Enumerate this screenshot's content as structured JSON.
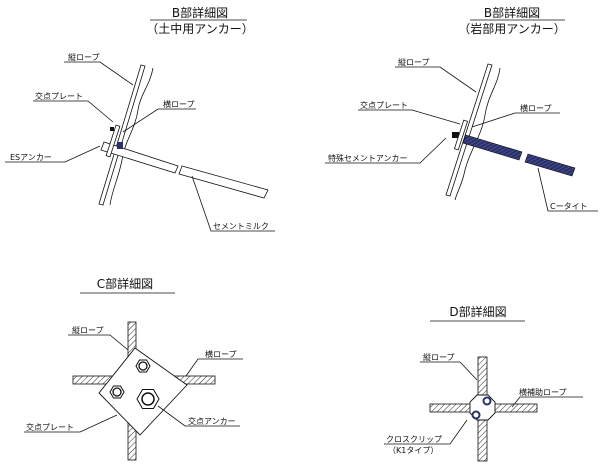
{
  "panels": {
    "b_soil": {
      "title": "B部詳細図",
      "subtitle": "（土中用アンカー）",
      "labels": {
        "vertical_rope": "縦ロープ",
        "cross_plate": "交点プレート",
        "horizontal_rope": "横ロープ",
        "anchor": "ESアンカー",
        "grout": "セメントミルク"
      }
    },
    "b_rock": {
      "title": "B部詳細図",
      "subtitle": "（岩部用アンカー）",
      "labels": {
        "vertical_rope": "縦ロープ",
        "cross_plate": "交点プレート",
        "horizontal_rope": "横ロープ",
        "anchor": "特殊セメントアンカー",
        "tie": "Cータイト"
      }
    },
    "c": {
      "title": "C部詳細図",
      "labels": {
        "vertical_rope": "縦ロープ",
        "horizontal_rope": "横ロープ",
        "cross_plate": "交点プレート",
        "cross_anchor": "交点アンカー"
      }
    },
    "d": {
      "title": "D部詳細図",
      "labels": {
        "vertical_rope": "縦ロープ",
        "aux_rope": "横補助ロープ",
        "clip": "クロスクリップ",
        "clip_type": "（K1タイプ）"
      }
    }
  },
  "colors": {
    "line": "#111111",
    "anchor_blue": "#2a2f6e"
  }
}
